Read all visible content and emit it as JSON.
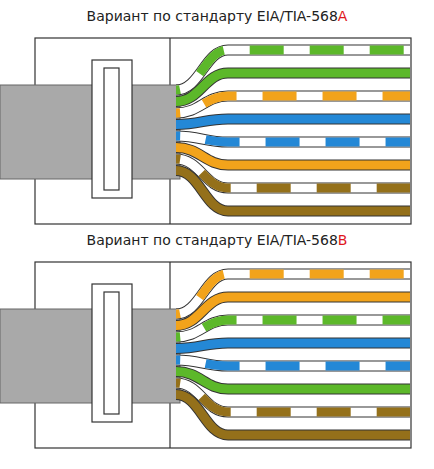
{
  "diagram": {
    "labels": [
      "Вариант по стандарту EIA/TIA-568",
      "A",
      "Вариант по стандарту EIA/TIA-568",
      "B"
    ]
  }
}
